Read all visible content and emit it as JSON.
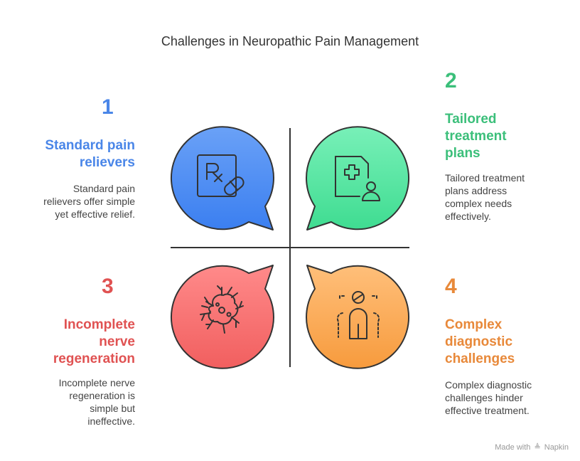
{
  "title": "Challenges in Neuropathic Pain Management",
  "items": [
    {
      "number": "1",
      "heading_lines": [
        "Standard pain",
        "relievers"
      ],
      "description_lines": [
        "Standard pain",
        "relievers offer simple",
        "yet effective relief."
      ],
      "color": "#4a86e8",
      "icon": "prescription-icon"
    },
    {
      "number": "2",
      "heading_lines": [
        "Tailored",
        "treatment",
        "plans"
      ],
      "description_lines": [
        "Tailored treatment",
        "plans address",
        "complex needs",
        "effectively."
      ],
      "color": "#3bbf7a",
      "icon": "medical-record-icon"
    },
    {
      "number": "3",
      "heading_lines": [
        "Incomplete",
        "nerve",
        "regeneration"
      ],
      "description_lines": [
        "Incomplete nerve",
        "regeneration is",
        "simple but",
        "ineffective."
      ],
      "color": "#e05252",
      "icon": "nerve-cell-icon"
    },
    {
      "number": "4",
      "heading_lines": [
        "Complex",
        "diagnostic",
        "challenges"
      ],
      "description_lines": [
        "Complex diagnostic",
        "challenges hinder",
        "effective treatment."
      ],
      "color": "#e8893a",
      "icon": "diagnosis-person-icon"
    }
  ],
  "footer": {
    "made_with": "Made with",
    "brand": "Napkin"
  }
}
